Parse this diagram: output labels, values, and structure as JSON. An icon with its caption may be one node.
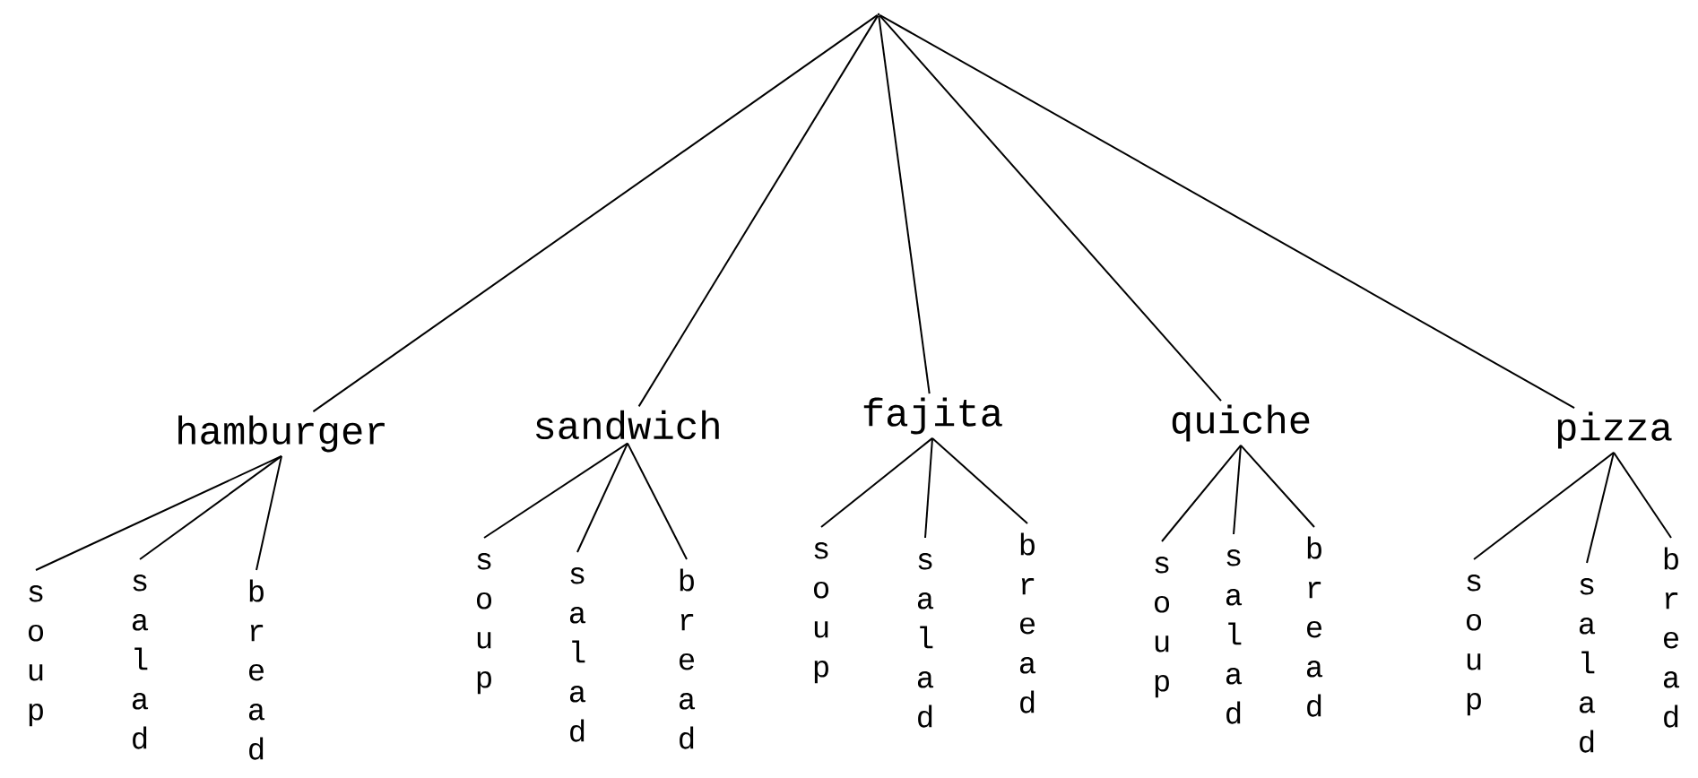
{
  "diagram": {
    "nodes": [
      {
        "text": [],
        "shape": "point"
      },
      {
        "text": [
          "hamburger"
        ]
      },
      {
        "text": [
          "sandwich"
        ]
      },
      {
        "text": [
          "fajita"
        ]
      },
      {
        "text": [
          "quiche"
        ]
      },
      {
        "text": [
          "pizza"
        ]
      },
      {
        "text": [
          "soup"
        ]
      },
      {
        "text": [
          "salad"
        ]
      },
      {
        "text": [
          "bread"
        ]
      },
      {
        "text": [
          "soup"
        ]
      },
      {
        "text": [
          "salad"
        ]
      },
      {
        "text": [
          "bread"
        ]
      },
      {
        "text": [
          "soup"
        ]
      },
      {
        "text": [
          "salad"
        ]
      },
      {
        "text": [
          "bread"
        ]
      },
      {
        "text": [
          "soup"
        ]
      },
      {
        "text": [
          "salad"
        ]
      },
      {
        "text": [
          "bread"
        ]
      },
      {
        "text": [
          "soup"
        ]
      },
      {
        "text": [
          "salad"
        ]
      },
      {
        "text": [
          "bread"
        ]
      }
    ],
    "edges": [
      {
        "from": 0,
        "to": 1,
        "arrow": "none"
      },
      {
        "from": 0,
        "to": 2,
        "arrow": "none"
      },
      {
        "from": 0,
        "to": 3,
        "arrow": "none"
      },
      {
        "from": 0,
        "to": 4,
        "arrow": "none"
      },
      {
        "from": 0,
        "to": 5,
        "arrow": "none"
      },
      {
        "from": 1,
        "to": 6,
        "arrow": "none"
      },
      {
        "from": 1,
        "to": 7,
        "arrow": "none"
      },
      {
        "from": 1,
        "to": 8,
        "arrow": "none"
      },
      {
        "from": 2,
        "to": 9,
        "arrow": "none"
      },
      {
        "from": 2,
        "to": 10,
        "arrow": "none"
      },
      {
        "from": 2,
        "to": 11,
        "arrow": "none"
      },
      {
        "from": 3,
        "to": 12,
        "arrow": "none"
      },
      {
        "from": 3,
        "to": 13,
        "arrow": "none"
      },
      {
        "from": 3,
        "to": 14,
        "arrow": "none"
      },
      {
        "from": 4,
        "to": 15,
        "arrow": "none"
      },
      {
        "from": 4,
        "to": 16,
        "arrow": "none"
      },
      {
        "from": 4,
        "to": 17,
        "arrow": "none"
      },
      {
        "from": 5,
        "to": 18,
        "arrow": "none"
      },
      {
        "from": 5,
        "to": 19,
        "arrow": "none"
      },
      {
        "from": 5,
        "to": 20,
        "arrow": "none"
      }
    ]
  }
}
